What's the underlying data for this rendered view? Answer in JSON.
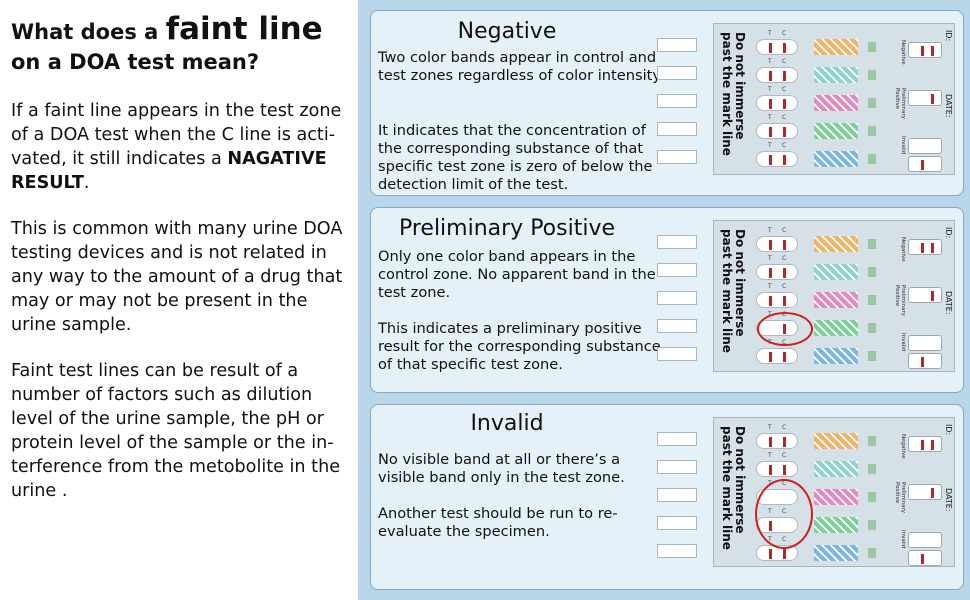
{
  "left": {
    "headline_pre": "What does a ",
    "headline_big": "faint line",
    "headline_post": " on a DOA test mean?",
    "p1_pre": "If a faint line appears in the test zone of a DOA test when the C line is acti-vated, it still indicates a ",
    "p1_bold": "NAGATIVE RESULT",
    "p1_post": ".",
    "p2": "This is common with many urine DOA testing devices and is not related in any way to the amount of a drug that may or may not be present in the urine sample.",
    "p3": "Faint test lines can be result of a number of factors such as dilution level of the urine sample, the pH or protein level of the sample or the in-terference from the metobolite in the urine ."
  },
  "panels": [
    {
      "title": "Negative",
      "desc1": "Two color bands appear in control and test zones regardless of color intensity.",
      "desc2": "It indicates that the concentration of the corresponding substance of that specific test zone is zero of below the detection limit of the test."
    },
    {
      "title": "Preliminary Positive",
      "desc1": "Only one color band appears in the control zone. No apparent band in the test zone.",
      "desc2": "This indicates a preliminary positive result for the corresponding substance of that specific test zone."
    },
    {
      "title": "Invalid",
      "desc1": "No visible band at all or there’s a visible band only in the test zone.",
      "desc2": "Another test should be run to re-evaluate the specimen."
    }
  ],
  "device": {
    "vertical_text": "Do not immerse past the mark line",
    "id_label": "ID:",
    "date_label": "DATE:",
    "legend_negative": "Negative",
    "legend_prelim": "Preliminary Positive",
    "legend_invalid": "Invalid",
    "t_label": "T",
    "c_label": "C"
  },
  "colors": {
    "right_bg": "#b7d6ea",
    "panel_bg": "#e5f1f9",
    "band_red": "#b0282b",
    "circle_red": "#d11d1d",
    "swatches": [
      "#f0b36a",
      "#8fd3cf",
      "#e58ac0",
      "#7fcf9a",
      "#7eb6e2"
    ]
  }
}
